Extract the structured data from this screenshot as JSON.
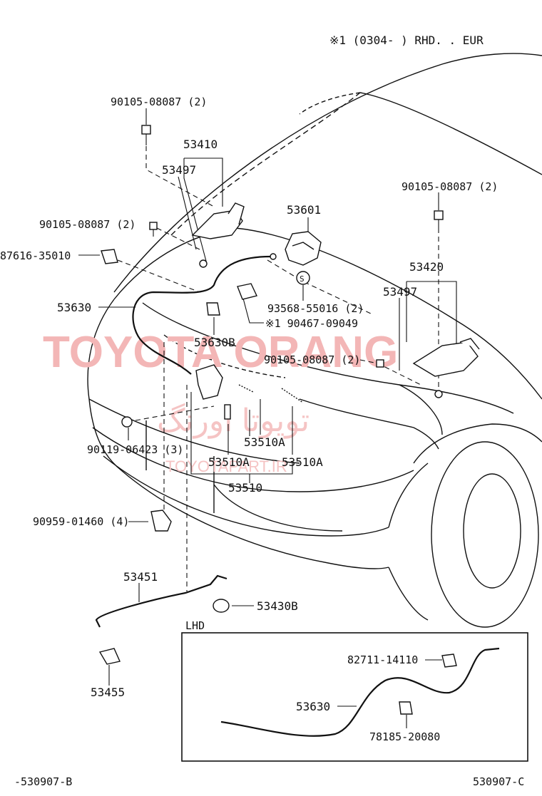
{
  "header": {
    "note": "※1 (0304-     ) RHD. . EUR"
  },
  "watermark": {
    "brand": "TOYOTA ORANG",
    "arabic": "تویوتا اورنگ",
    "site": "TOYOTAPART.IR"
  },
  "labels": {
    "bolt_top_left": "90105-08087 (2)",
    "lock_53410": "53410",
    "lock_53497_left": "53497",
    "bolt_mid_left": "90105-08087 (2)",
    "clip_87616": "87616-35010",
    "cable_53630": "53630",
    "support_53601": "53601",
    "bolt_right": "90105-08087 (2)",
    "lock_53420": "53420",
    "lock_53497_right": "53497",
    "clip_93568": "93568-55016 (2)",
    "note_90467": "※1 90467-09049",
    "clamp_53630b": "53630B",
    "bolt_lower_right": "90105-08087 (2)",
    "bolt_90119": "90119-06423 (3)",
    "spring_53510a_right": "53510A",
    "spring_53510a_left": "53510A",
    "spring_53510a_mid": "53510A",
    "assembly_53510": "53510",
    "clip_90959": "90959-01460 (4)",
    "rod_53451": "53451",
    "cushion_53430b": "53430B",
    "holder_53455": "53455",
    "lhd_title": "LHD",
    "clip_82711": "82711-14110",
    "lhd_cable_53630": "53630",
    "clamp_78185": "78185-20080"
  },
  "footer": {
    "left_code": "-530907-B",
    "right_code": "530907-C"
  }
}
